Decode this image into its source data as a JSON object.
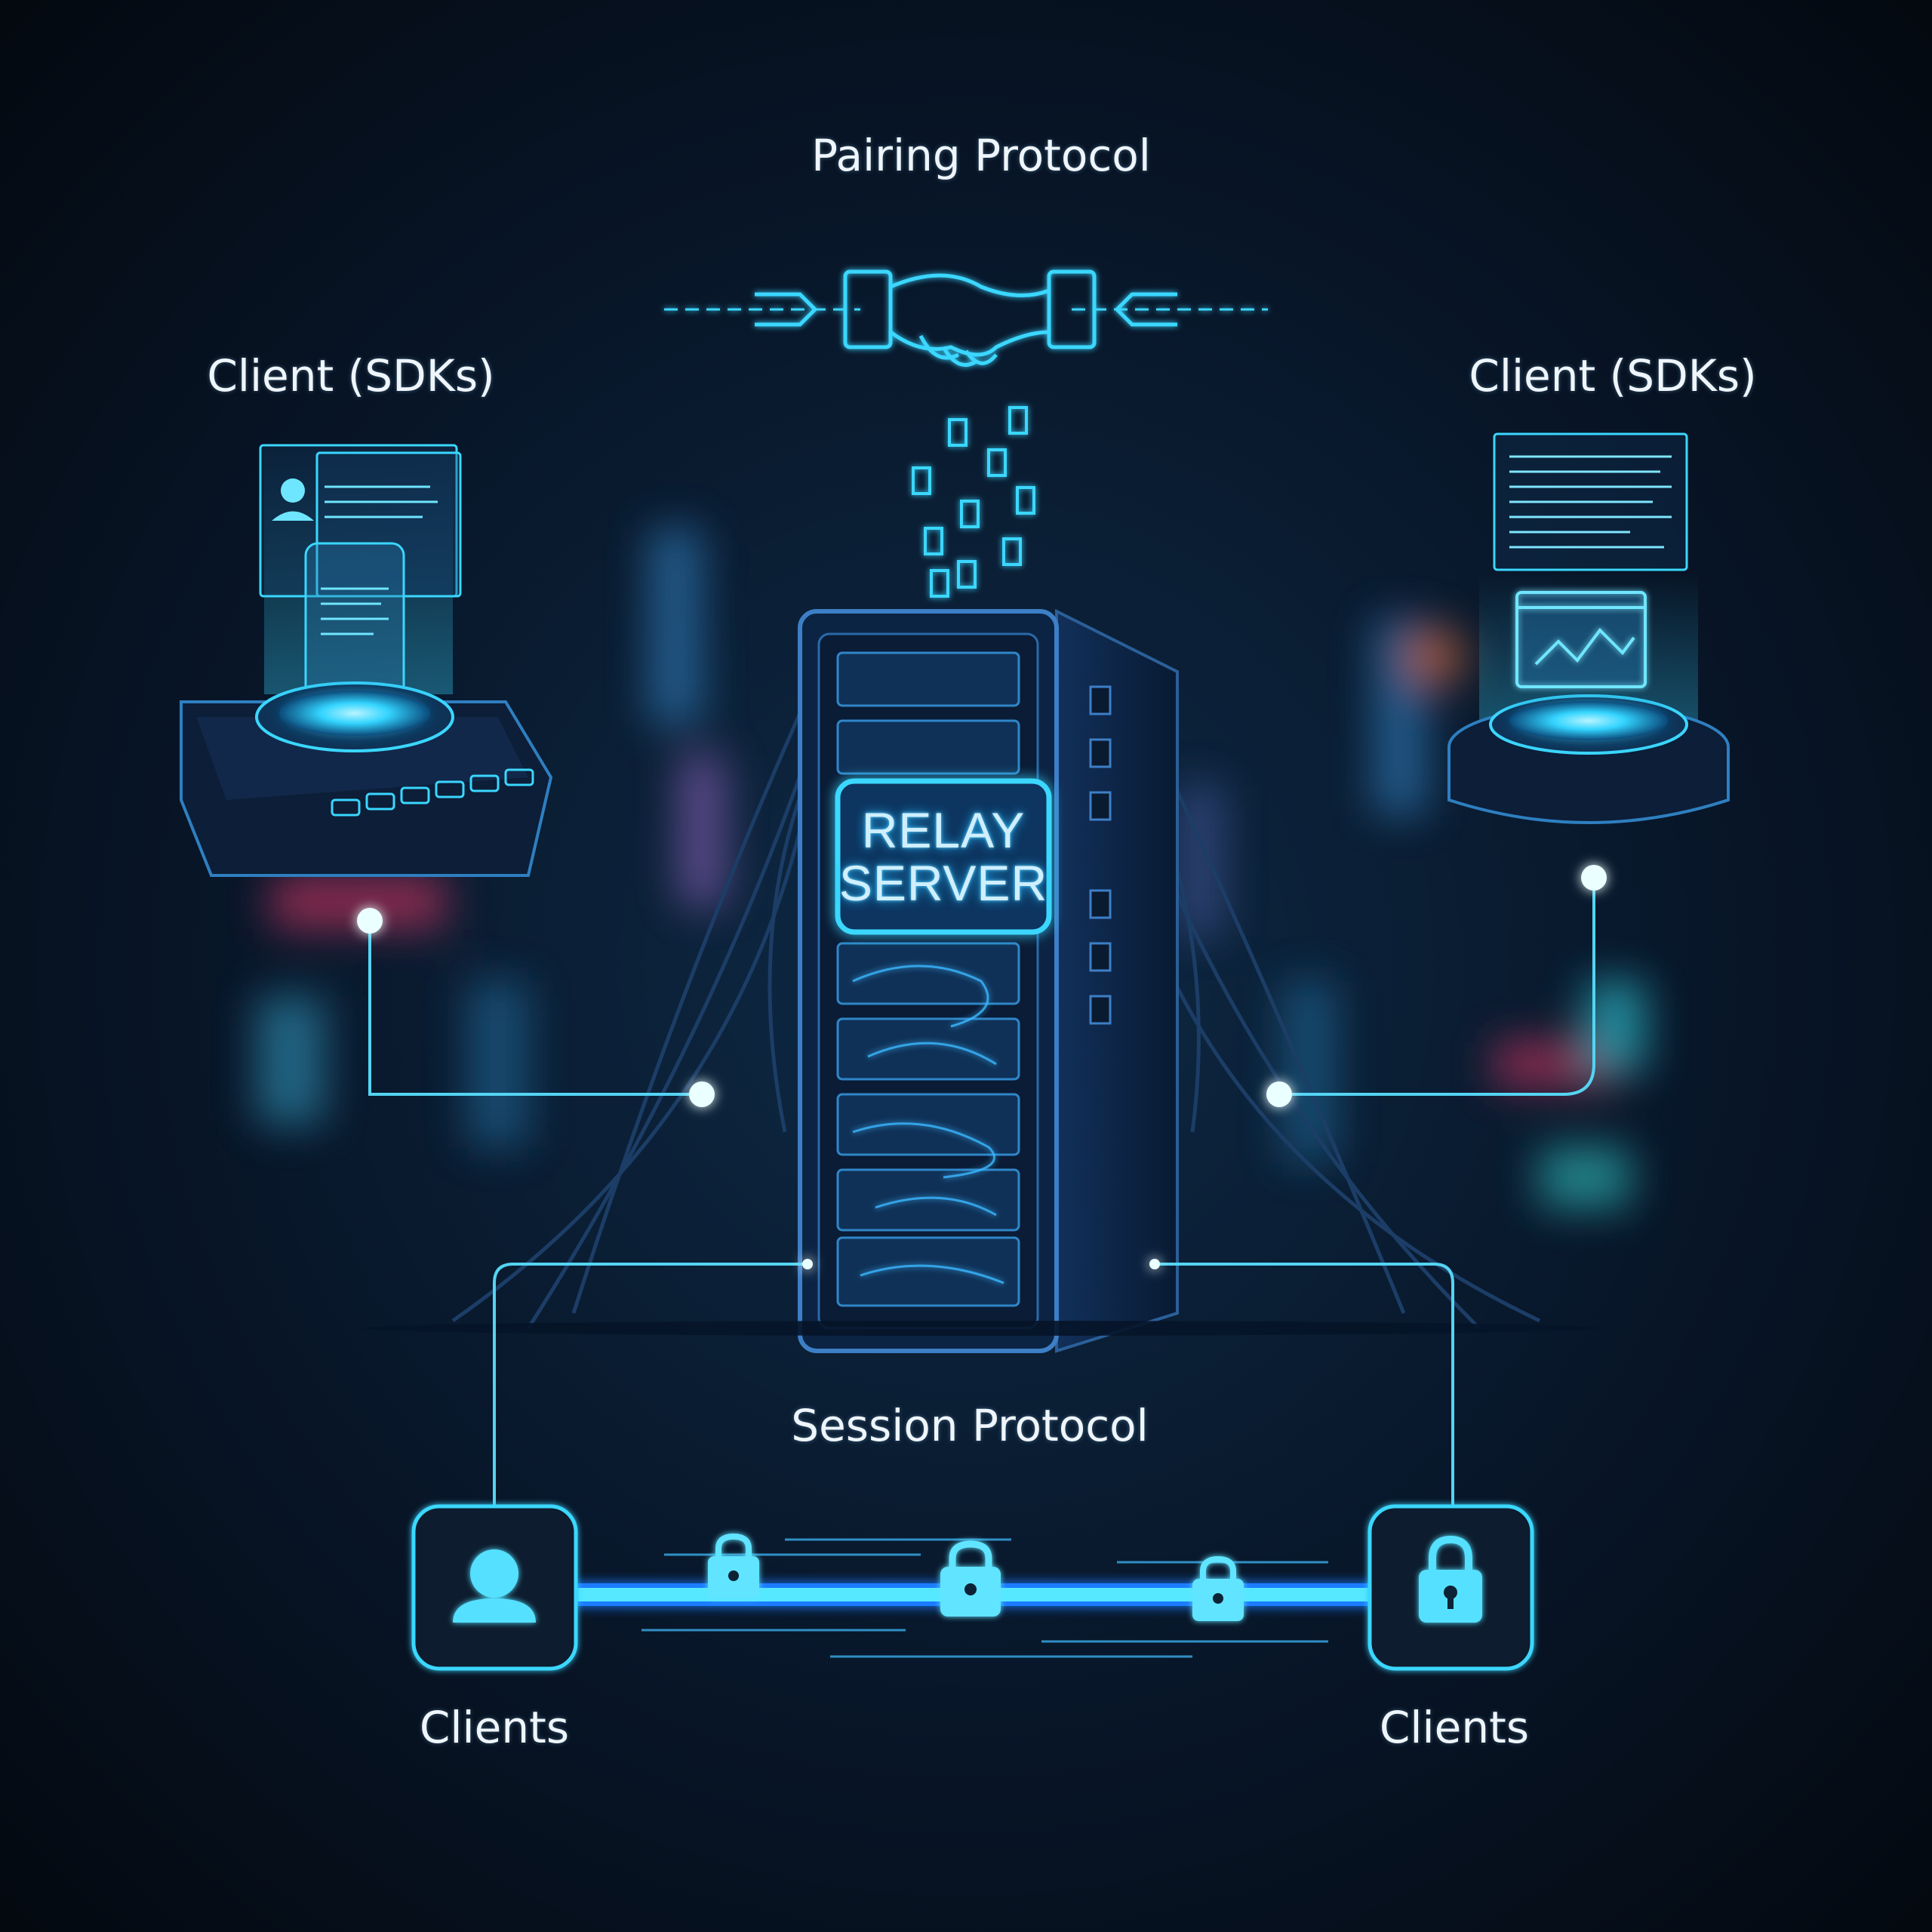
{
  "labels": {
    "pairing_protocol": "Pairing Protocol",
    "client_sdk_left": "Client (SDKs)",
    "client_sdk_right": "Client (SDKs)",
    "relay_line1": "RELAY",
    "relay_line2": "SERVER",
    "session_protocol": "Session Protocol",
    "clients_left": "Clients",
    "clients_right": "Clients"
  },
  "colors": {
    "background": "#060d1a",
    "accent": "#3ad7ff",
    "neon_blue": "#1f8bff",
    "text": "#eef5fb"
  },
  "icons": {
    "pairing": "handshake-icon",
    "session": "lock-icon",
    "client": "user-icon"
  }
}
